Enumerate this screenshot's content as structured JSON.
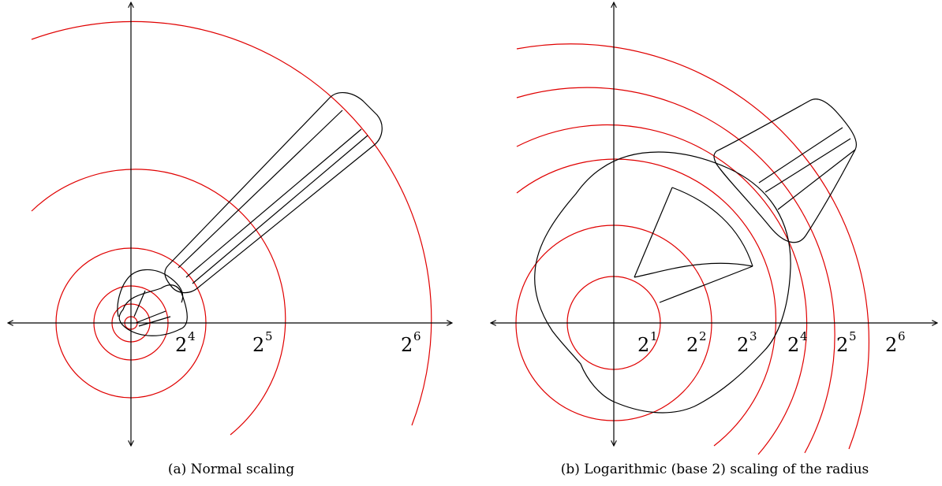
{
  "panel_a": {
    "caption": "(a) Normal scaling",
    "labels": [
      {
        "base": "2",
        "exp": "4"
      },
      {
        "base": "2",
        "exp": "5"
      },
      {
        "base": "2",
        "exp": "6"
      }
    ]
  },
  "panel_b": {
    "caption": "(b) Logarithmic (base 2) scaling of the radius",
    "labels": [
      {
        "base": "2",
        "exp": "1"
      },
      {
        "base": "2",
        "exp": "2"
      },
      {
        "base": "2",
        "exp": "3"
      },
      {
        "base": "2",
        "exp": "4"
      },
      {
        "base": "2",
        "exp": "5"
      },
      {
        "base": "2",
        "exp": "6"
      }
    ]
  },
  "colors": {
    "circle": "#e00000",
    "outline": "#000000"
  }
}
